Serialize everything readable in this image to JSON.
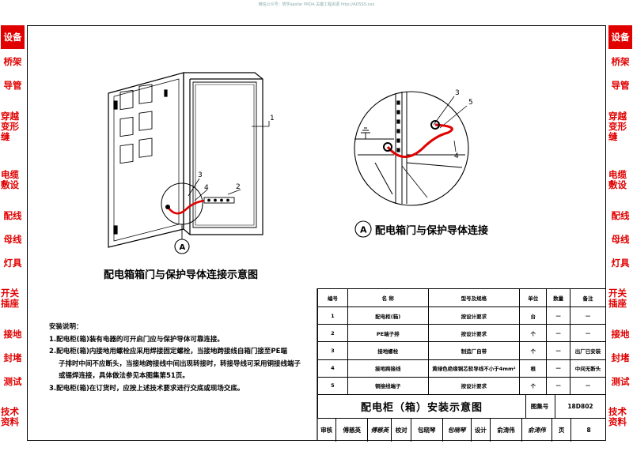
{
  "top_note": "微信公众号：筑学apsfar  PRDA 关键工程资源 http://ADSSS.xxx",
  "sidebar_left": [
    {
      "label": "设备",
      "active": true
    },
    {
      "label": "桥架",
      "active": false
    },
    {
      "label": "导管",
      "active": false
    },
    {
      "label": "穿越变形缝",
      "active": false
    },
    {
      "label": "电缆敷设",
      "active": false
    },
    {
      "label": "配线",
      "active": false
    },
    {
      "label": "母线",
      "active": false
    },
    {
      "label": "灯具",
      "active": false
    },
    {
      "label": "开关插座",
      "active": false
    },
    {
      "label": "接地",
      "active": false
    },
    {
      "label": "封堵",
      "active": false
    },
    {
      "label": "测试",
      "active": false
    },
    {
      "label": "技术资料",
      "active": false
    }
  ],
  "sidebar_right": [
    {
      "label": "设备",
      "active": true
    },
    {
      "label": "桥架",
      "active": false
    },
    {
      "label": "导管",
      "active": false
    },
    {
      "label": "穿越变形缝",
      "active": false
    },
    {
      "label": "电缆敷设",
      "active": false
    },
    {
      "label": "配线",
      "active": false
    },
    {
      "label": "母线",
      "active": false
    },
    {
      "label": "灯具",
      "active": false
    },
    {
      "label": "开关插座",
      "active": false
    },
    {
      "label": "接地",
      "active": false
    },
    {
      "label": "封堵",
      "active": false
    },
    {
      "label": "测试",
      "active": false
    },
    {
      "label": "技术资料",
      "active": false
    }
  ],
  "drawing": {
    "left_caption": "配电箱箱门与保护导体连接示意图",
    "right_caption": "配电箱门与保护导体连接",
    "detail_marker": "A",
    "callouts_left": [
      "1",
      "2",
      "3",
      "4"
    ],
    "callouts_right": [
      "3",
      "5",
      "4"
    ]
  },
  "notes": {
    "heading": "安装说明：",
    "lines": [
      "1.配电柜(箱)装有电器的可开启门应与保护导体可靠连接。",
      "2.配电柜(箱)内接地用螺栓应采用焊接固定螺栓，当接地跨接线自箱门接至PE端",
      "子排时中间不应断头，当接地跨接线中间出现转接时，转接导线可采用铜接线端子",
      "或锡焊连接，具体做法参见本图集第51页。",
      "3.配电柜(箱)在订货时，应按上述技术要求进行交底或现场交底。"
    ]
  },
  "parts_table": {
    "headers": [
      "编号",
      "名    称",
      "型号及规格",
      "单位",
      "数量",
      "备注"
    ],
    "rows": [
      [
        "1",
        "配电柜(箱)",
        "按设计要求",
        "台",
        "—",
        "—"
      ],
      [
        "2",
        "PE端子排",
        "按设计要求",
        "个",
        "—",
        "—"
      ],
      [
        "3",
        "接地螺栓",
        "制造厂自带",
        "个",
        "—",
        "出厂已安装"
      ],
      [
        "4",
        "接地跨接线",
        "黄绿色绝缘铜芯软导线不小于4mm²",
        "根",
        "—",
        "中间无断头"
      ],
      [
        "5",
        "铜接线端子",
        "按设计要求",
        "个",
        "—",
        "—"
      ]
    ]
  },
  "title_block": {
    "title": "配电柜（箱）安装示意图",
    "atlas_label": "图集号",
    "atlas_no": "18D802",
    "review_label": "审核",
    "reviewer": "傅慈英",
    "reviewer_sig": "傅慈英",
    "check_label": "校对",
    "checker": "包晓琴",
    "checker_sig": "包晓琴",
    "design_label": "设计",
    "designer": "俞涛伟",
    "designer_sig": "俞涛伟",
    "page_label": "页",
    "page_no": "8"
  },
  "colors": {
    "sidebar_red": "#e00000",
    "wire_red": "#e00000"
  }
}
